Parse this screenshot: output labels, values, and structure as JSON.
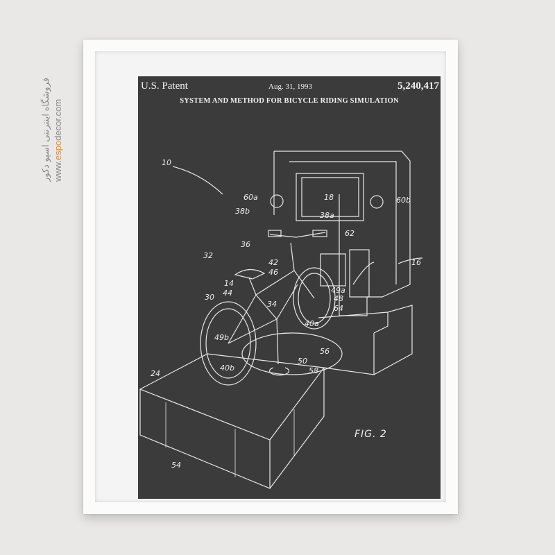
{
  "watermark": {
    "persian": "فروشگاه اینترنتی اسپو دکور",
    "url_prefix": "www.",
    "url_brand": "espo",
    "url_suffix": "decor.com",
    "brand_color": "#e08a2a"
  },
  "poster": {
    "left_header": "U.S. Patent",
    "date": "Aug. 31, 1993",
    "patent_number": "5,240,417",
    "title": "SYSTEM AND METHOD FOR BICYCLE RIDING SIMULATION",
    "labels": [
      "10",
      "60a",
      "60b",
      "18",
      "38b",
      "38a",
      "62",
      "36",
      "32",
      "42",
      "46",
      "16",
      "14",
      "44",
      "30",
      "34",
      "49a",
      "48",
      "64",
      "49b",
      "40a",
      "56",
      "50",
      "40b",
      "58",
      "24",
      "54"
    ],
    "figure": "FIG. 2",
    "background_color": "#3b3b3b"
  }
}
